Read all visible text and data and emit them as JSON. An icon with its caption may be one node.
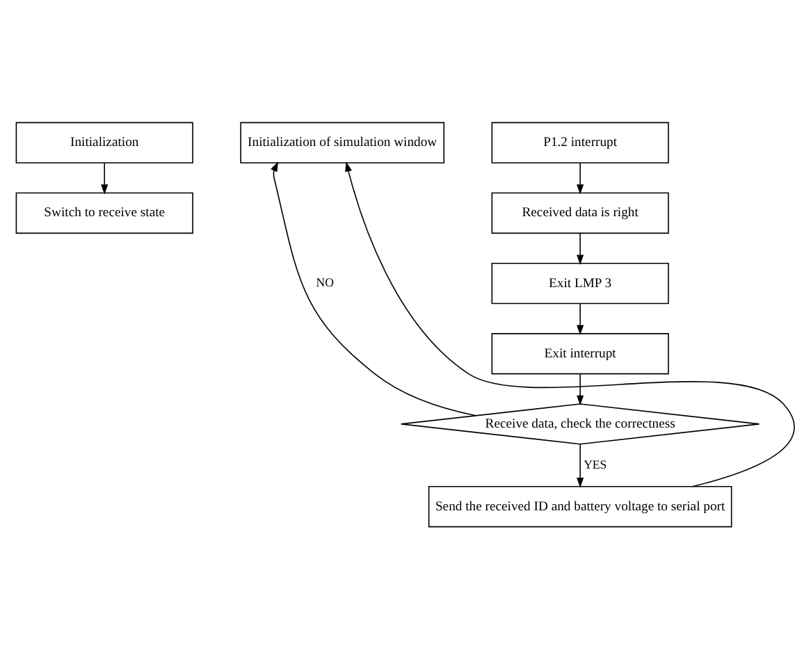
{
  "diagram": {
    "nodes": [
      {
        "text": [
          "Initialization"
        ]
      },
      {
        "text": [
          "Switch to receive state"
        ]
      },
      {
        "text": [
          "Initialization of simulation window"
        ]
      },
      {
        "text": [
          "P1.2 interrupt"
        ]
      },
      {
        "text": [
          "Received data is right"
        ]
      },
      {
        "text": [
          "Exit LMP 3"
        ]
      },
      {
        "text": [
          "Exit interrupt"
        ]
      },
      {
        "text": [
          "Receive data, check the correctness"
        ]
      },
      {
        "text": [
          "Send the received ID and battery voltage to serial port"
        ]
      }
    ],
    "edges": [
      {
        "from": 0,
        "to": 1,
        "arrow": "to"
      },
      {
        "from": 3,
        "to": 4,
        "arrow": "to"
      },
      {
        "from": 4,
        "to": 5,
        "arrow": "to"
      },
      {
        "from": 5,
        "to": 6,
        "arrow": "to"
      },
      {
        "from": 6,
        "to": 7,
        "arrow": "to"
      },
      {
        "from": 7,
        "to": 2,
        "arrow": "to",
        "label": "NO"
      },
      {
        "from": 7,
        "to": 8,
        "arrow": "to",
        "label": "YES"
      },
      {
        "from": 8,
        "to": 2,
        "arrow": "to"
      }
    ]
  }
}
